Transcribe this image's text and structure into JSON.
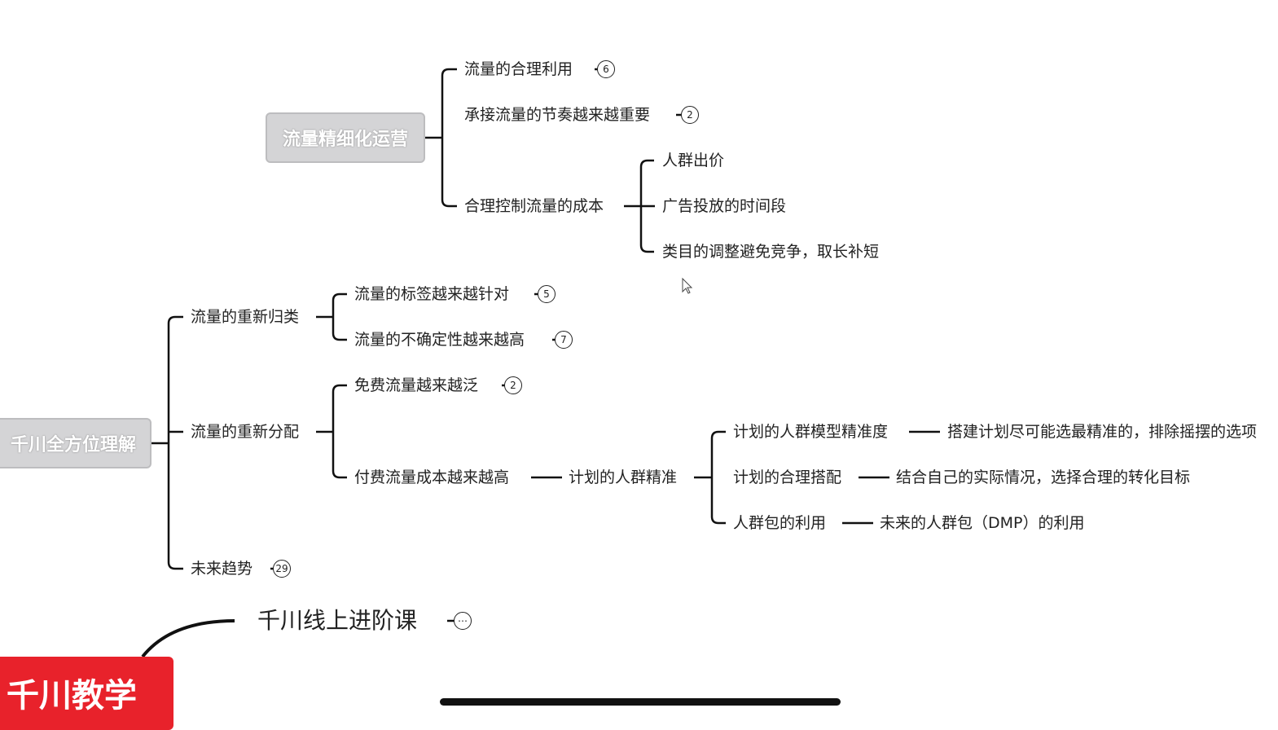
{
  "top_node": {
    "label": "流量精细化运营",
    "children": [
      {
        "label": "流量的合理利用",
        "badge": "6"
      },
      {
        "label": "承接流量的节奏越来越重要",
        "badge": "2"
      },
      {
        "label": "合理控制流量的成本",
        "children": [
          "人群出价",
          "广告投放的时间段",
          "类目的调整避免竞争，取长补短"
        ]
      }
    ]
  },
  "main_node": {
    "label": "千川全方位理解",
    "children": [
      {
        "label": "流量的重新归类",
        "children": [
          {
            "label": "流量的标签越来越针对",
            "badge": "5"
          },
          {
            "label": "流量的不确定性越来越高",
            "badge": "7"
          }
        ]
      },
      {
        "label": "流量的重新分配",
        "children": [
          {
            "label": "免费流量越来越泛",
            "badge": "2"
          },
          {
            "label": "付费流量成本越来越高",
            "child": {
              "label": "计划的人群精准",
              "children": [
                {
                  "label": "计划的人群模型精准度",
                  "detail": "搭建计划尽可能选最精准的，排除摇摆的选项"
                },
                {
                  "label": "计划的合理搭配",
                  "detail": "结合自己的实际情况，选择合理的转化目标"
                },
                {
                  "label": "人群包的利用",
                  "detail": "未来的人群包（DMP）的利用"
                }
              ]
            }
          }
        ]
      },
      {
        "label": "未来趋势",
        "badge": "29"
      }
    ]
  },
  "course_node": {
    "label": "千川线上进阶课",
    "badge": "⋯"
  },
  "banner": {
    "label": "千川教学"
  }
}
